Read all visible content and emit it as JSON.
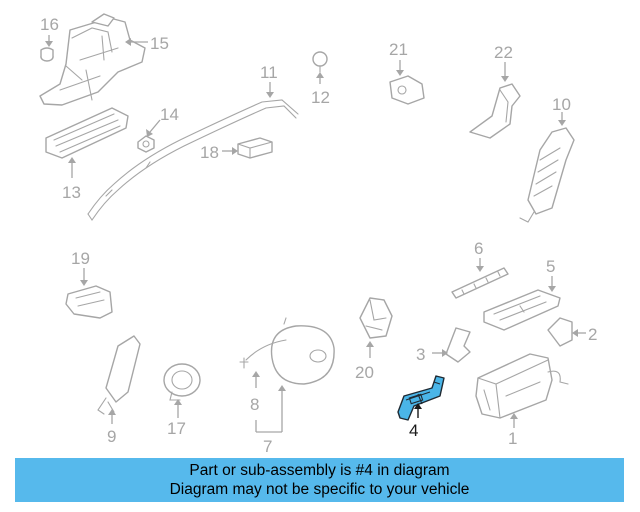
{
  "callouts": {
    "c1": "1",
    "c2": "2",
    "c3": "3",
    "c4": "4",
    "c5": "5",
    "c6": "6",
    "c7": "7",
    "c8": "8",
    "c9": "9",
    "c10": "10",
    "c11": "11",
    "c12": "12",
    "c13": "13",
    "c14": "14",
    "c15": "15",
    "c16": "16",
    "c17": "17",
    "c18": "18",
    "c19": "19",
    "c20": "20",
    "c21": "21",
    "c22": "22"
  },
  "highlighted_part": "4",
  "banner": {
    "line1": "Part or sub-assembly is #4 in diagram",
    "line2": "Diagram may not be specific to your vehicle"
  },
  "colors": {
    "highlight": "#4ab5e8",
    "banner": "#56b9ec",
    "line_art": "#a6a6a6"
  }
}
